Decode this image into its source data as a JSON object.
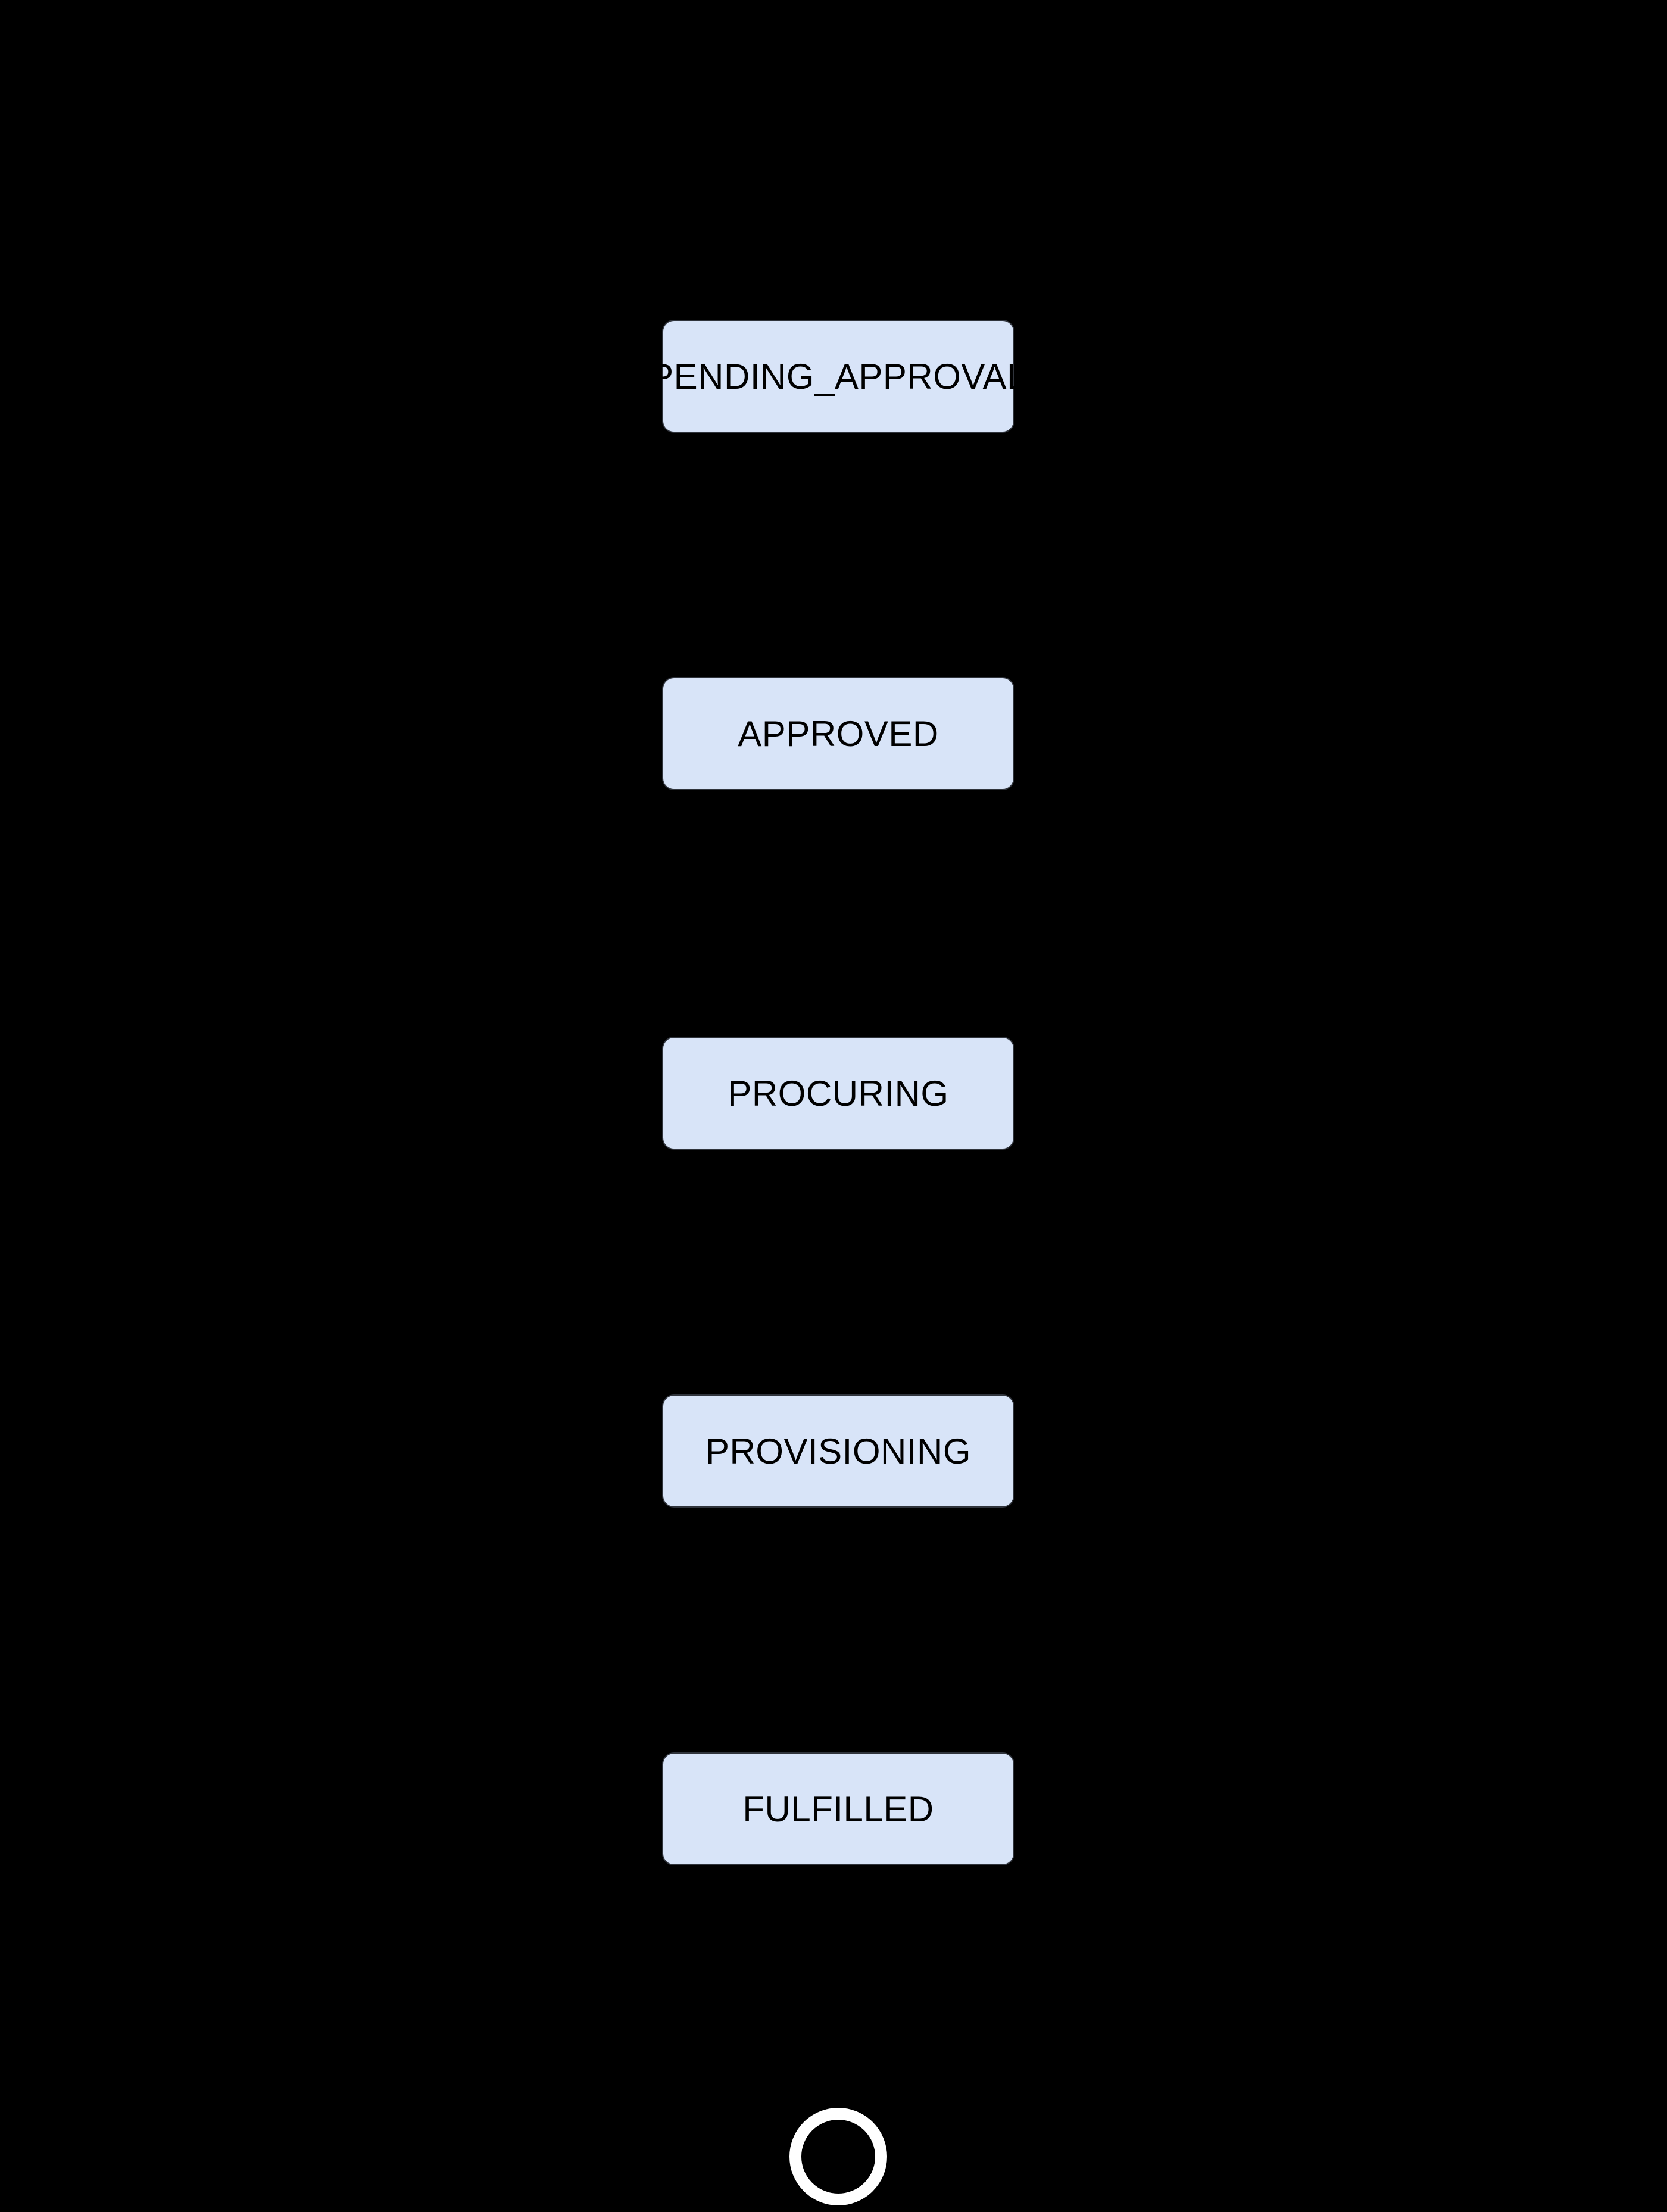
{
  "colors": {
    "background": "#000000",
    "node_fill": "#D8E4F8",
    "node_border": "#30343C",
    "node_text": "#000000",
    "final_ring": "#FFFFFF"
  },
  "states": [
    {
      "label": "PENDING_APPROVAL"
    },
    {
      "label": "APPROVED"
    },
    {
      "label": "PROCURING"
    },
    {
      "label": "PROVISIONING"
    },
    {
      "label": "FULFILLED"
    }
  ],
  "final_state": {
    "icon": "end-state-ring"
  }
}
